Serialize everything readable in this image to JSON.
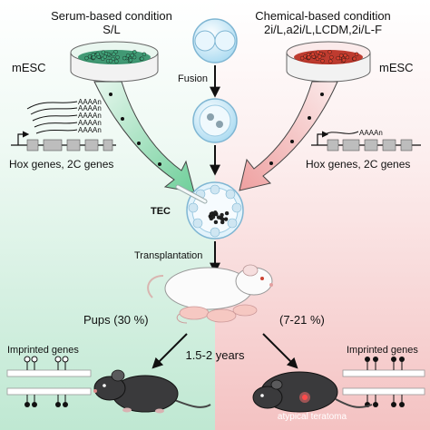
{
  "left": {
    "condition_title": "Serum-based condition",
    "condition_sub": "S/L",
    "cell_label": "mESC",
    "transcripts": [
      "AAAAn",
      "AAAAn",
      "AAAAn",
      "AAAAn",
      "AAAAn"
    ],
    "genes_label": "Hox genes, 2C genes",
    "pups_label": "Pups (30 %)",
    "imprinted_label": "Imprinted genes"
  },
  "right": {
    "condition_title": "Chemical-based condition",
    "condition_sub": "2i/L,a2i/L,LCDM,2i/L-F",
    "cell_label": "mESC",
    "transcripts": [
      "AAAAn"
    ],
    "genes_label": "Hox genes, 2C genes",
    "pups_label": "(7-21 %)",
    "imprinted_label": "Imprinted genes",
    "tumor_label": "atypical teratoma"
  },
  "center": {
    "fusion_label": "Fusion",
    "tec_label": "TEC",
    "transplantation_label": "Transplantation",
    "age_label": "1.5-2 years"
  },
  "colors": {
    "left_bg": "#cdeedd",
    "right_bg": "#f7cfcf",
    "left_cells": "#3fa57a",
    "right_cells": "#d9402e",
    "arrow_green": "#6fcf9a",
    "arrow_pink": "#f2a6a6",
    "embryo": "#c9e9f7"
  }
}
